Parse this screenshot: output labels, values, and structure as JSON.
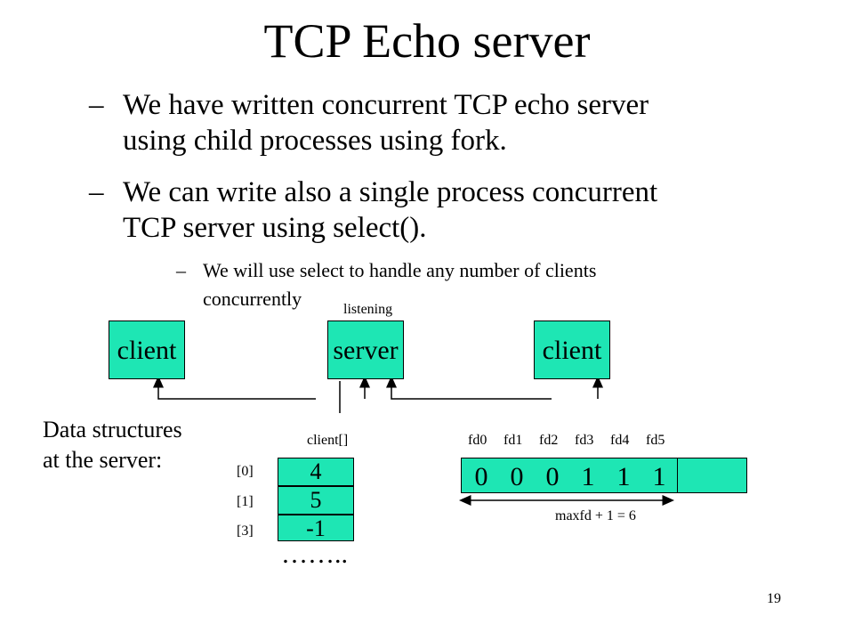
{
  "slide": {
    "title": "TCP Echo server",
    "bullets": [
      {
        "dash": "–",
        "line1": "We have written concurrent TCP echo server",
        "line2": "using child processes using fork."
      },
      {
        "dash": "–",
        "line1": "We can write also a single process concurrent",
        "line2": "TCP server using select()."
      }
    ],
    "sub_bullet": {
      "dash": "–",
      "line1": "We will use select to handle any number of clients",
      "line2": "concurrently"
    },
    "page_number": "19"
  },
  "diagram": {
    "listening_label": "listening",
    "client_left": "client",
    "server": "server",
    "client_right": "client",
    "data_structures_line1": "Data structures",
    "data_structures_line2": "at the server:",
    "client_array_label": "client[]",
    "client_indices": [
      "[0]",
      "[1]",
      "[3]"
    ],
    "client_values": [
      "4",
      "5",
      "-1"
    ],
    "ellipsis": "……..",
    "fd_labels": [
      "fd0",
      "fd1",
      "fd2",
      "fd3",
      "fd4",
      "fd5"
    ],
    "fd_bits": [
      "0",
      "0",
      "0",
      "1",
      "1",
      "1"
    ],
    "maxfd_label": "maxfd + 1 = 6",
    "box_color": "#1ee6b4"
  }
}
